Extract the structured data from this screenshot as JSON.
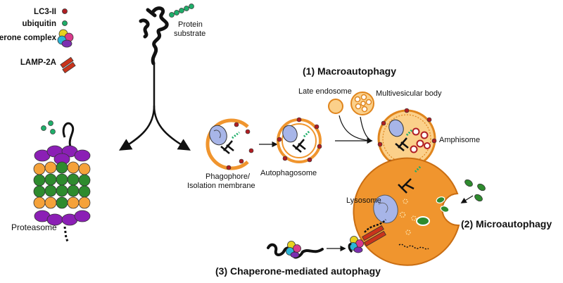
{
  "legend": {
    "lc3": "LC3-II",
    "ubiquitin": "ubiquitin",
    "chaperone": "chaperone complex",
    "lamp2a": "LAMP-2A"
  },
  "labels": {
    "protein_substrate_1": "Protein",
    "protein_substrate_2": "substrate",
    "proteasome": "Proteasome",
    "phagophore_1": "Phagophore/",
    "phagophore_2": "Isolation membrane",
    "autophagosome": "Autophagosome",
    "late_endosome": "Late endosome",
    "mvb": "Multivesicular body",
    "amphisome": "Amphisome",
    "lysosome": "Lysosome"
  },
  "pathways": {
    "macro": "(1) Macroautophagy",
    "micro": "(2) Microautophagy",
    "cma": "(3) Chaperone-mediated autophagy"
  },
  "colors": {
    "lc3": "#b01e23",
    "ubiquitin": "#1fae6a",
    "lamp2a": "#c9331b",
    "orange": "#f5a23a",
    "purple": "#8b1fb5",
    "green": "#2e8b2e",
    "lysosome": "#f0952e"
  }
}
